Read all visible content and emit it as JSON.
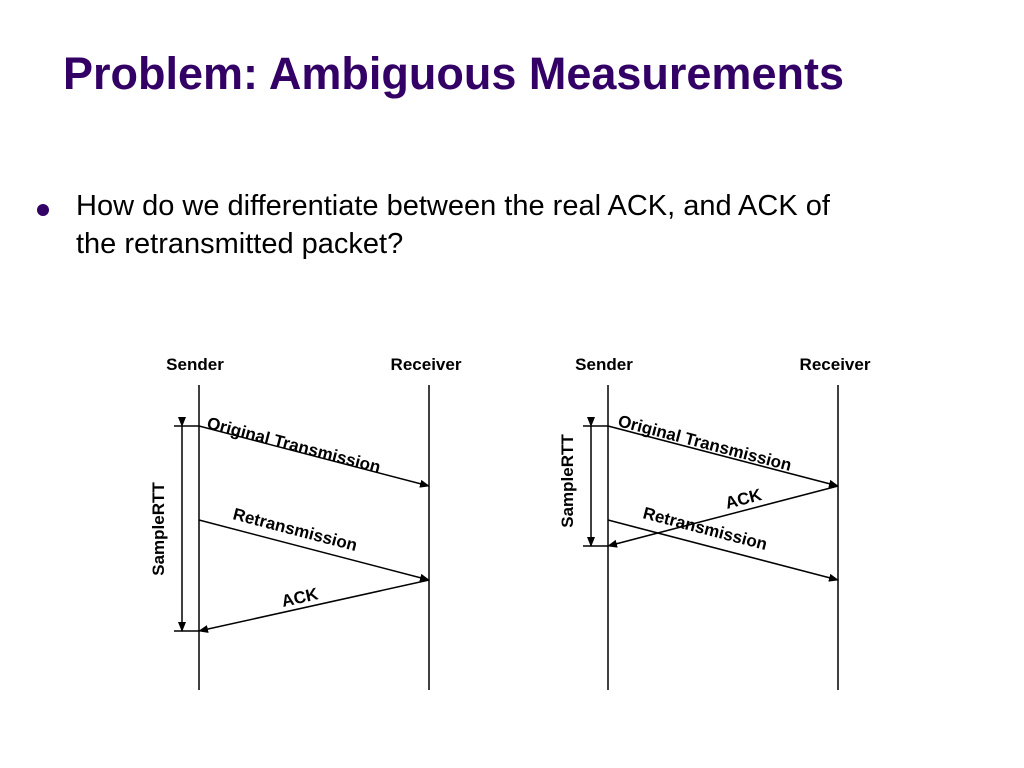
{
  "slide": {
    "title": "Problem: Ambiguous Measurements",
    "bullet": "How do we differentiate between the real ACK, and ACK of the retransmitted packet?",
    "title_color": "#330066"
  },
  "diagrams": [
    {
      "sender": "Sender",
      "receiver": "Receiver",
      "original": "Original Transmission",
      "retransmission": "Retransmission",
      "ack": "ACK",
      "sample_rtt": "SampleRTT"
    },
    {
      "sender": "Sender",
      "receiver": "Receiver",
      "original": "Original Transmission",
      "retransmission": "Retransmission",
      "ack": "ACK",
      "sample_rtt": "SampleRTT"
    }
  ]
}
